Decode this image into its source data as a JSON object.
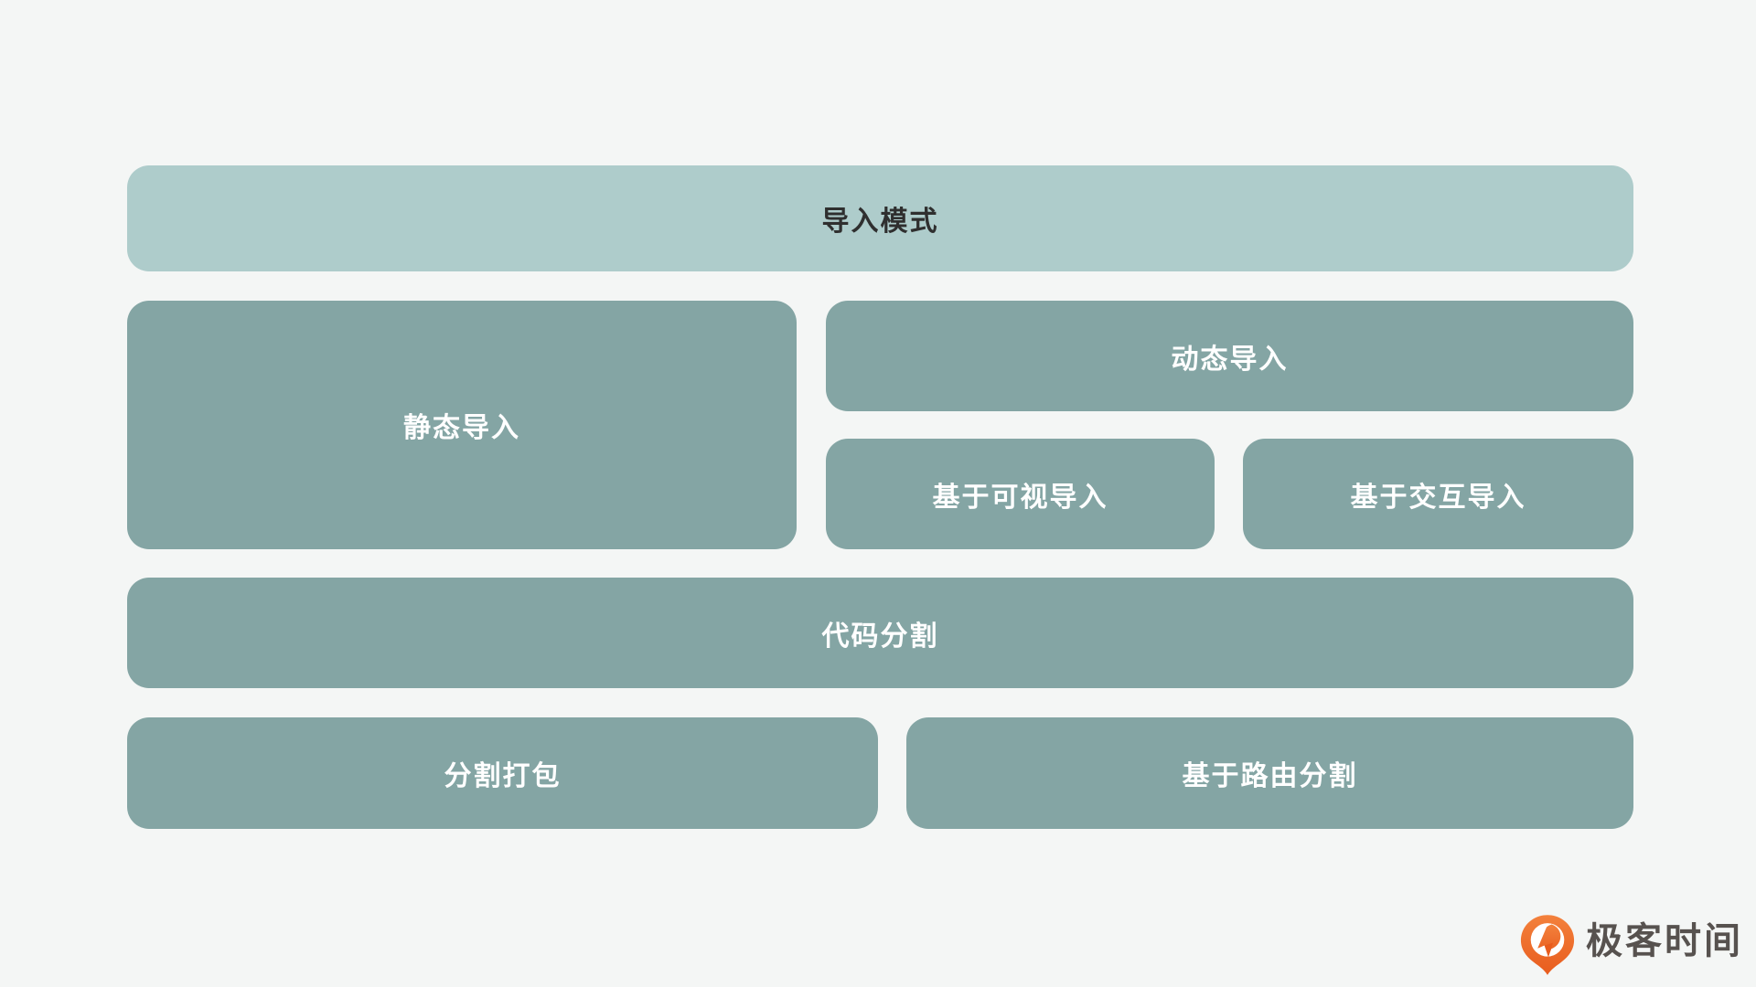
{
  "canvas": {
    "background": "#f4f6f5"
  },
  "colors": {
    "header_block_bg": "#aecccb",
    "teal_block_bg": "#84a5a4",
    "header_text": "#2f2f2f",
    "block_text": "#ffffff",
    "logo_orange": "#ec6c2b",
    "logo_text_color": "#57524f"
  },
  "diagram": {
    "header": {
      "label": "导入模式"
    },
    "blocks": [
      {
        "id": "static-import",
        "label": "静态导入"
      },
      {
        "id": "dynamic-import",
        "label": "动态导入"
      },
      {
        "id": "visibility-import",
        "label": "基于可视导入"
      },
      {
        "id": "interaction-import",
        "label": "基于交互导入"
      },
      {
        "id": "code-splitting",
        "label": "代码分割"
      },
      {
        "id": "split-bundling",
        "label": "分割打包"
      },
      {
        "id": "route-splitting",
        "label": "基于路由分割"
      }
    ]
  },
  "branding": {
    "logo_text": "极客时间",
    "logo_icon": "geektime-icon"
  }
}
